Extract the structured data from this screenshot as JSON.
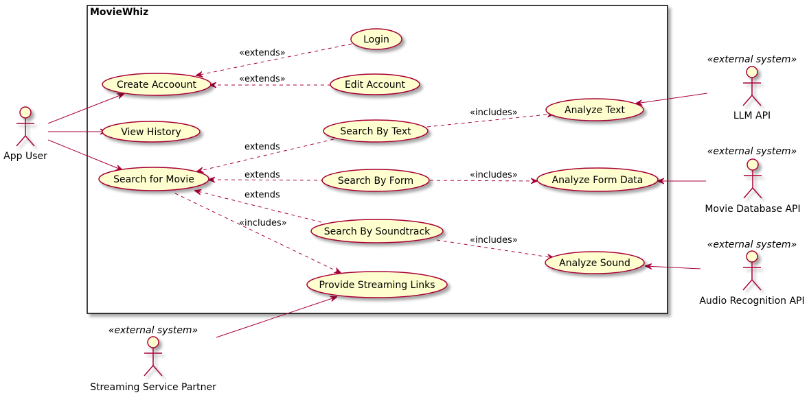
{
  "system": {
    "name": "MovieWhiz"
  },
  "colors": {
    "line": "#a80036",
    "fill": "#fefece",
    "shadow": "#c8c8c8"
  },
  "actors": {
    "app_user": {
      "name": "App User"
    },
    "llm_api": {
      "stereotype": "«external system»",
      "name": "LLM API"
    },
    "movie_db_api": {
      "stereotype": "«external system»",
      "name": "Movie Database API"
    },
    "audio_api": {
      "stereotype": "«external system»",
      "name": "Audio Recognition API"
    },
    "streaming_partner": {
      "stereotype": "«external system»",
      "name": "Streaming Service Partner"
    }
  },
  "usecases": {
    "login": "Login",
    "create_account": "Create Accoount",
    "edit_account": "Edit Account",
    "view_history": "View History",
    "search_by_text": "Search By Text",
    "analyze_text": "Analyze Text",
    "search_for_movie": "Search for Movie",
    "search_by_form": "Search By Form",
    "analyze_form_data": "Analyze Form Data",
    "search_by_soundtrack": "Search By Soundtrack",
    "analyze_sound": "Analyze Sound",
    "provide_streaming_links": "Provide Streaming Links"
  },
  "relations": {
    "login_extends": "«extends»",
    "edit_extends": "«extends»",
    "text_extends": "extends",
    "form_extends": "extends",
    "sound_extends": "extends",
    "search_includes_streaming": "«includes»",
    "text_includes": "«includes»",
    "form_includes": "«includes»",
    "sound_includes": "«includes»"
  }
}
